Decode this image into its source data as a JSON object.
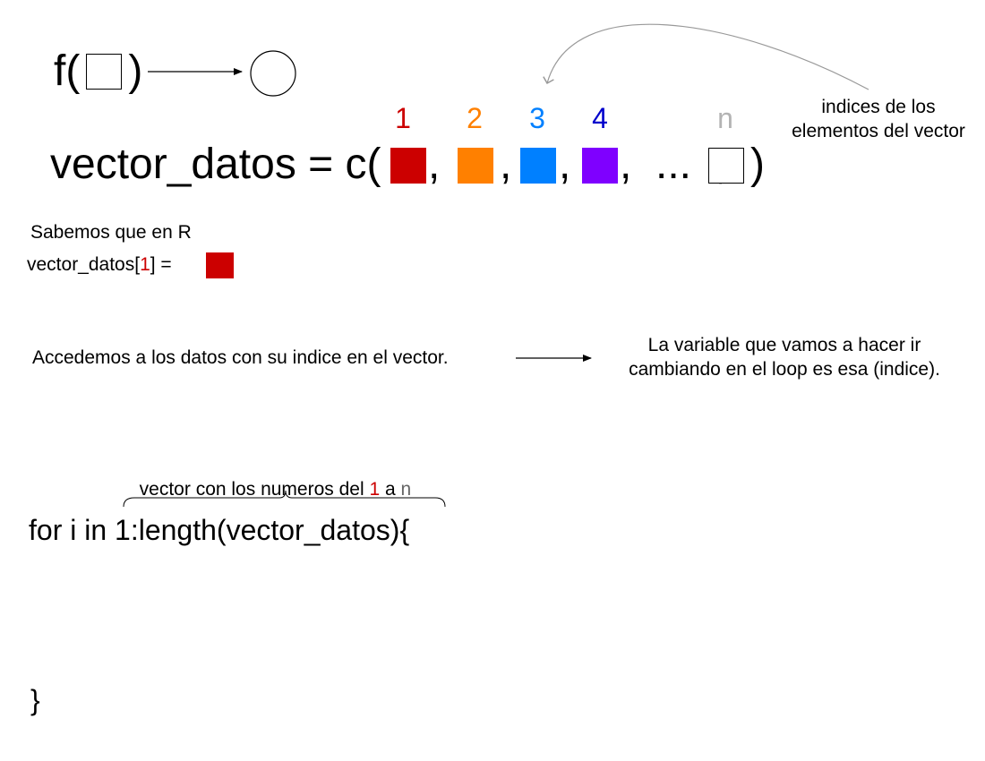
{
  "function_sketch": {
    "prefix": "f(",
    "suffix": ")"
  },
  "vector_line": {
    "assign": "vector_datos = c(",
    "separators": [
      ",",
      ",",
      ",",
      ",  ...  ,"
    ],
    "close": ")",
    "elements": [
      {
        "index": "1",
        "color": "#cc0000",
        "index_color": "#cc0000"
      },
      {
        "index": "2",
        "color": "#ff8000",
        "index_color": "#ff8000"
      },
      {
        "index": "3",
        "color": "#0080ff",
        "index_color": "#0080ff"
      },
      {
        "index": "4",
        "color": "#7f00ff",
        "index_color": "#0000cc"
      },
      {
        "index": "n",
        "color": "#ffffff",
        "index_color": "#b3b3b3"
      }
    ]
  },
  "annotation_indices": {
    "line1": "indices de los",
    "line2": "elementos del vector"
  },
  "r_note": {
    "heading": "Sabemos que en R",
    "expr_prefix": "vector_datos[",
    "expr_index": "1",
    "expr_suffix": "] =",
    "value_color": "#cc0000"
  },
  "access_note": {
    "text": "Accedemos a los datos con su indice en el vector.",
    "result_line1": "La variable que vamos a hacer ir",
    "result_line2": "cambiando en el loop es esa (indice)."
  },
  "brace_note": {
    "prefix": "vector con los numeros del ",
    "one": "1",
    "middle": " a ",
    "n": "n"
  },
  "loop": {
    "header": "for i in 1:length(vector_datos){",
    "close": "}"
  },
  "colors": {
    "red": "#cc0000",
    "gray": "#999999",
    "n_gray": "#b3b3b3"
  }
}
